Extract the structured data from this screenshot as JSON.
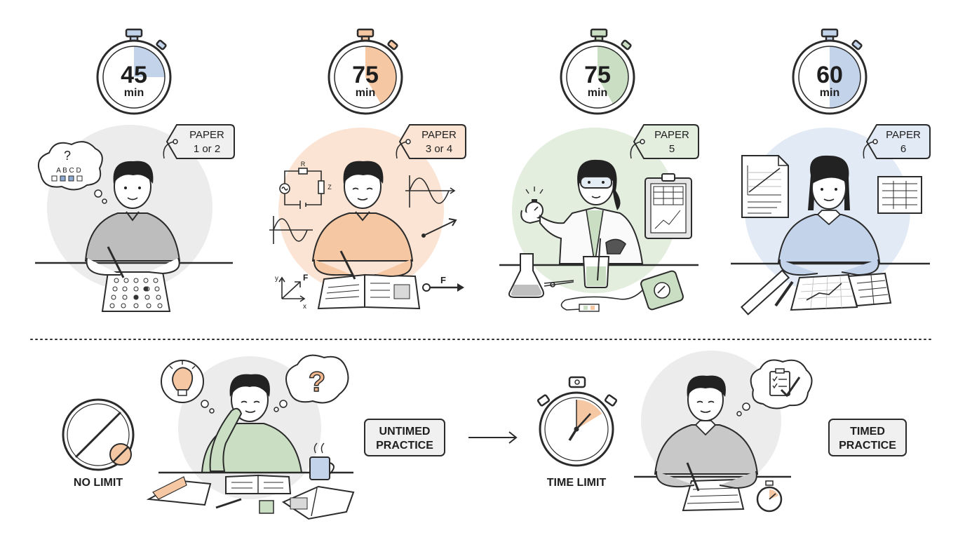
{
  "colors": {
    "ink": "#2b2b2b",
    "blue": "#c3d3ea",
    "blue_bg": "#e2eaf5",
    "orange": "#f6c7a3",
    "orange_bg": "#fbe4d3",
    "green": "#c9dec3",
    "green_bg": "#e3eedf",
    "grey": "#d3d3d3",
    "grey_bg": "#ececec",
    "label_bg": "#f0f0f0"
  },
  "papers": [
    {
      "timer": {
        "value": "45",
        "unit": "min",
        "fill_fraction": 0.25
      },
      "tag": {
        "line1": "PAPER",
        "line2": "1 or 2"
      },
      "thought_letters": "A B C D",
      "thought_mark": "?"
    },
    {
      "timer": {
        "value": "75",
        "unit": "min",
        "fill_fraction": 0.4167
      },
      "tag": {
        "line1": "PAPER",
        "line2": "3 or 4"
      },
      "circuit_labels": {
        "r": "R",
        "z": "Z"
      },
      "axis_labels": {
        "y": "y",
        "x": "x",
        "f1": "F",
        "f2": "F"
      }
    },
    {
      "timer": {
        "value": "75",
        "unit": "min",
        "fill_fraction": 0.4167
      },
      "tag": {
        "line1": "PAPER",
        "line2": "5"
      }
    },
    {
      "timer": {
        "value": "60",
        "unit": "min",
        "fill_fraction": 0.5
      },
      "tag": {
        "line1": "PAPER",
        "line2": "6"
      }
    }
  ],
  "bottom": {
    "no_limit_label": "NO LIMIT",
    "untimed_label_1": "UNTIMED",
    "untimed_label_2": "PRACTICE",
    "time_limit_label": "TIME LIMIT",
    "timed_label_1": "TIMED",
    "timed_label_2": "PRACTICE",
    "question_mark": "?"
  }
}
